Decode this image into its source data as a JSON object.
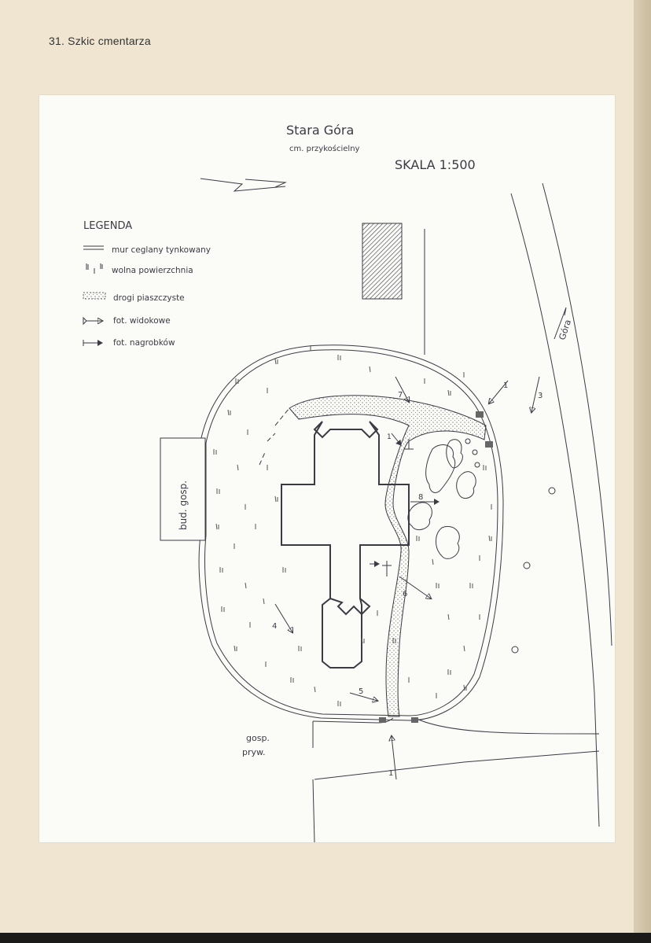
{
  "caption": "31. Szkic cmentarza",
  "map": {
    "title": "Stara Góra",
    "subtitle": "cm. przykościelny",
    "scale": "SKALA 1:500",
    "legend": {
      "title": "LEGENDA",
      "items": [
        {
          "symbol": "double-line",
          "label": "mur ceglany tynkowany"
        },
        {
          "symbol": "grass-ticks",
          "label": "wolna powierzchnia"
        },
        {
          "symbol": "dotted-band",
          "label": "drogi piaszczyste"
        },
        {
          "symbol": "open-arrow",
          "label": "fot. widokowe"
        },
        {
          "symbol": "filled-arrow",
          "label": "fot. nagrobków"
        }
      ]
    },
    "labels": {
      "building": "bud. gosp.",
      "road": "Góra",
      "farm_line1": "gosp.",
      "farm_line2": "pryw."
    },
    "photo_numbers": [
      "1",
      "1",
      "1",
      "3",
      "4",
      "5",
      "6",
      "7",
      "8"
    ],
    "colors": {
      "ink": "#3b3b44",
      "sheet": "#fbfbf8",
      "paper": "#efe5d1"
    }
  }
}
